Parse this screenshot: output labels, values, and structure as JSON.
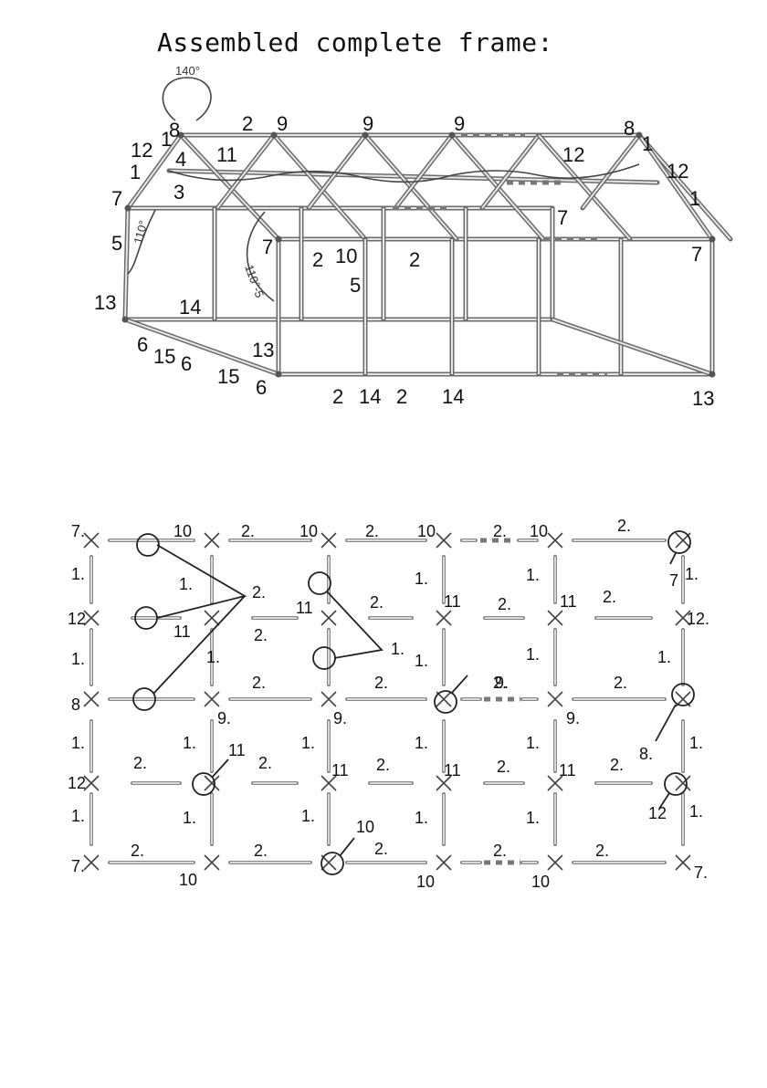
{
  "title": "Assembled complete frame:",
  "frame_3d": {
    "angles": [
      "140°",
      "110°",
      "110°-5"
    ],
    "labels": [
      "2",
      "9",
      "9",
      "9",
      "8",
      "8",
      "1",
      "1",
      "1",
      "1",
      "12",
      "12",
      "11",
      "12",
      "4",
      "3",
      "7",
      "7",
      "7",
      "7",
      "5",
      "5",
      "2",
      "10",
      "2",
      "1",
      "13",
      "14",
      "6",
      "15",
      "6",
      "15",
      "6",
      "13",
      "2",
      "14",
      "2",
      "14",
      "13"
    ]
  },
  "plan": {
    "labels": [
      "7.",
      "10",
      "2.",
      "10",
      "2.",
      "10",
      "2.",
      "10",
      "2.",
      "7",
      "1.",
      "1.",
      "2.",
      "1.",
      "1.",
      "1.",
      "12",
      "11",
      "11",
      "2.",
      "11",
      "2.",
      "11",
      "2.",
      "12.",
      "2.",
      "1.",
      "1.",
      "1.",
      "1.",
      "1.",
      "1.",
      "8",
      "9.",
      "2.",
      "9.",
      "2.",
      "9.",
      "2.",
      "9.",
      "2.",
      "8.",
      "1.",
      "1.",
      "1.",
      "1.",
      "1.",
      "1.",
      "12",
      "2.",
      "11",
      "2.",
      "11",
      "2.",
      "11",
      "2.",
      "11",
      "2.",
      "12",
      "1.",
      "1.",
      "1.",
      "1.",
      "1.",
      "1.",
      "7.",
      "2.",
      "10",
      "2.",
      "10",
      "2.",
      "10",
      "2.",
      "10",
      "2.",
      "7."
    ]
  }
}
